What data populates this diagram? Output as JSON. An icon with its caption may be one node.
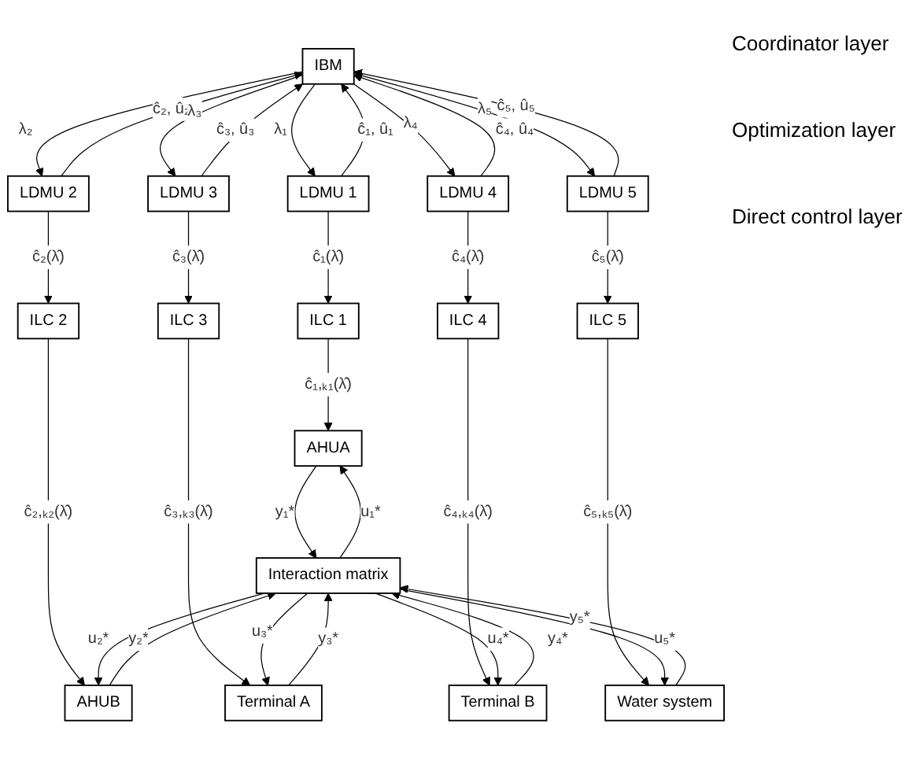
{
  "diagram": {
    "nodes": [
      {
        "text": [
          "IBM"
        ]
      },
      {
        "text": [
          "LDMU 1"
        ]
      },
      {
        "text": [
          "LDMU 2"
        ]
      },
      {
        "text": [
          "LDMU 3"
        ]
      },
      {
        "text": [
          "LDMU 4"
        ]
      },
      {
        "text": [
          "LDMU 5"
        ]
      },
      {
        "text": [
          "ILC 1"
        ]
      },
      {
        "text": [
          "ILC 2"
        ]
      },
      {
        "text": [
          "ILC 3"
        ]
      },
      {
        "text": [
          "ILC 4"
        ]
      },
      {
        "text": [
          "ILC 5"
        ]
      },
      {
        "text": [
          "AHUA"
        ]
      },
      {
        "text": [
          "AHUB"
        ]
      },
      {
        "text": [
          "Terminal A"
        ]
      },
      {
        "text": [
          "Terminal B"
        ]
      },
      {
        "text": [
          "Water system"
        ]
      },
      {
        "text": [
          "Interaction matrix"
        ]
      }
    ],
    "edges": [
      {
        "from": 0,
        "to": 1,
        "arrow": "to",
        "label": "λ₁"
      },
      {
        "from": 1,
        "to": 0,
        "arrow": "to",
        "label": "ĉ₁, û₁"
      },
      {
        "from": 0,
        "to": 2,
        "arrow": "to",
        "label": "λ₂"
      },
      {
        "from": 2,
        "to": 0,
        "arrow": "to",
        "label": "ĉ₂, û₂"
      },
      {
        "from": 0,
        "to": 3,
        "arrow": "to",
        "label": "λ₃"
      },
      {
        "from": 3,
        "to": 0,
        "arrow": "to",
        "label": "ĉ₃, û₃"
      },
      {
        "from": 0,
        "to": 4,
        "arrow": "to",
        "label": "λ₄"
      },
      {
        "from": 4,
        "to": 0,
        "arrow": "to",
        "label": "ĉ₄, û₄"
      },
      {
        "from": 0,
        "to": 5,
        "arrow": "to",
        "label": "λ₅"
      },
      {
        "from": 5,
        "to": 0,
        "arrow": "to",
        "label": "ĉ₅, û₅"
      },
      {
        "from": 1,
        "to": 6,
        "arrow": "to",
        "label": "ĉ₁(λ̂)"
      },
      {
        "from": 2,
        "to": 7,
        "arrow": "to",
        "label": "ĉ₂(λ̂)"
      },
      {
        "from": 3,
        "to": 8,
        "arrow": "to",
        "label": "ĉ₃(λ̂)"
      },
      {
        "from": 4,
        "to": 9,
        "arrow": "to",
        "label": "ĉ₄(λ̂)"
      },
      {
        "from": 5,
        "to": 10,
        "arrow": "to",
        "label": "ĉ₅(λ̂)"
      },
      {
        "from": 6,
        "to": 11,
        "arrow": "to",
        "label": "ĉ₁,ₖ₁(λ̂)"
      },
      {
        "from": 7,
        "to": 12,
        "arrow": "to",
        "label": "ĉ₂,ₖ₂(λ̂)"
      },
      {
        "from": 8,
        "to": 13,
        "arrow": "to",
        "label": "ĉ₃,ₖ₃(λ̂)"
      },
      {
        "from": 9,
        "to": 14,
        "arrow": "to",
        "label": "ĉ₄,ₖ₄(λ̂)"
      },
      {
        "from": 10,
        "to": 15,
        "arrow": "to",
        "label": "ĉ₅,ₖ₅(λ̂)"
      },
      {
        "from": 11,
        "to": 16,
        "arrow": "to",
        "label": "y₁*"
      },
      {
        "from": 12,
        "to": 16,
        "arrow": "to",
        "label": "y₂*"
      },
      {
        "from": 13,
        "to": 16,
        "arrow": "to",
        "label": "y₃*"
      },
      {
        "from": 14,
        "to": 16,
        "arrow": "to",
        "label": "y₄*"
      },
      {
        "from": 15,
        "to": 16,
        "arrow": "to",
        "label": "y₅*"
      },
      {
        "from": 16,
        "to": 11,
        "arrow": "to",
        "label": "u₁*"
      },
      {
        "from": 16,
        "to": 12,
        "arrow": "to",
        "label": "u₂*"
      },
      {
        "from": 16,
        "to": 13,
        "arrow": "to",
        "label": "u₃*"
      },
      {
        "from": 16,
        "to": 14,
        "arrow": "to",
        "label": "u₄*"
      },
      {
        "from": 16,
        "to": 15,
        "arrow": "to",
        "label": "u₅*"
      }
    ],
    "labels": [
      "Coordinator layer",
      "Optimization layer",
      "Direct control layer"
    ]
  }
}
